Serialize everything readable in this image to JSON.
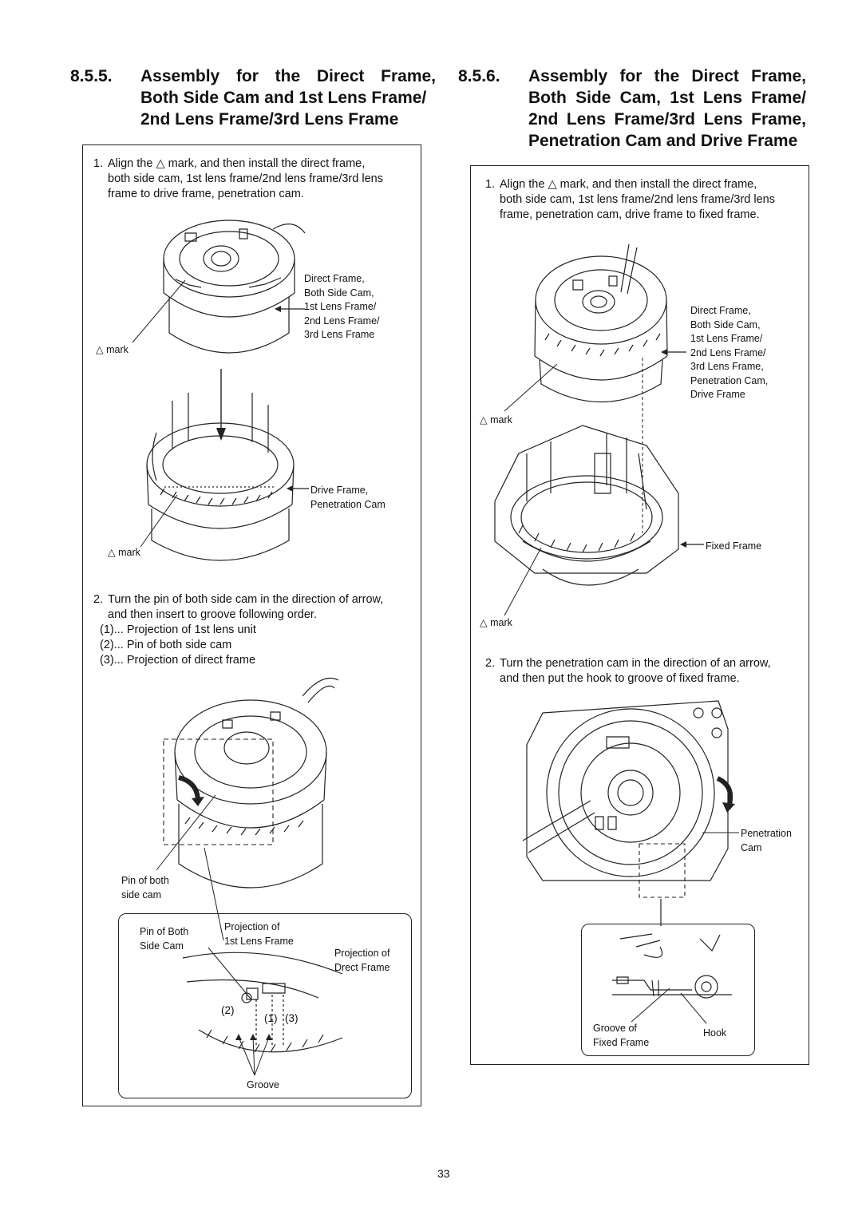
{
  "left": {
    "number": "8.5.5.",
    "title_lines": [
      "Assembly for the Direct Frame,",
      "Both Side Cam and 1st Lens Frame/",
      "2nd Lens Frame/3rd Lens Frame"
    ],
    "step1": {
      "num": "1.",
      "text": "Align the △ mark, and then install the direct frame,\nboth side cam, 1st lens frame/2nd lens frame/3rd lens\nframe to drive frame, penetration cam."
    },
    "labels": {
      "upper_assembly": "Direct Frame,\nBoth Side Cam,\n1st Lens Frame/\n2nd Lens Frame/\n3rd Lens Frame",
      "mark_upper": "△ mark",
      "drive_frame": "Drive Frame,\nPenetration Cam",
      "mark_lower": "△ mark"
    },
    "step2": {
      "num": "2.",
      "text": "Turn the pin of both side cam in the direction of arrow,\nand then insert to groove following order.",
      "order": [
        "(1)... Projection of 1st lens unit",
        "(2)... Pin of both side cam",
        "(3)... Projection of direct frame"
      ]
    },
    "labels2": {
      "pin_of_both_side_cam": "Pin of both\nside cam",
      "detail_pin": "Pin of Both\nSide Cam",
      "detail_projection_1st": "Projection of\n1st Lens Frame",
      "detail_projection_direct": "Projection of\nDrect Frame",
      "n2": "(2)",
      "n1": "(1)",
      "n3": "(3)",
      "groove": "Groove"
    }
  },
  "right": {
    "number": "8.5.6.",
    "title_lines": [
      "Assembly for the Direct Frame,",
      "Both Side Cam, 1st Lens Frame/",
      "2nd Lens Frame/3rd Lens Frame,",
      "Penetration Cam and Drive Frame"
    ],
    "step1": {
      "num": "1.",
      "text": "Align the △ mark, and then install the direct frame,\nboth side cam, 1st lens frame/2nd lens frame/3rd lens\nframe, penetration cam, drive frame to fixed frame."
    },
    "labels": {
      "upper_assembly": "Direct Frame,\nBoth Side Cam,\n1st Lens Frame/\n2nd Lens Frame/\n3rd Lens Frame,\nPenetration Cam,\nDrive Frame",
      "mark_upper": "△ mark",
      "fixed_frame": "Fixed Frame",
      "mark_lower": "△ mark"
    },
    "step2": {
      "num": "2.",
      "text": "Turn the penetration cam in the direction of an arrow,\nand then put the hook to groove of fixed frame."
    },
    "labels2": {
      "penetration_cam": "Penetration\nCam",
      "groove_fixed": "Groove of\nFixed Frame",
      "hook": "Hook"
    }
  },
  "page_number": "33"
}
